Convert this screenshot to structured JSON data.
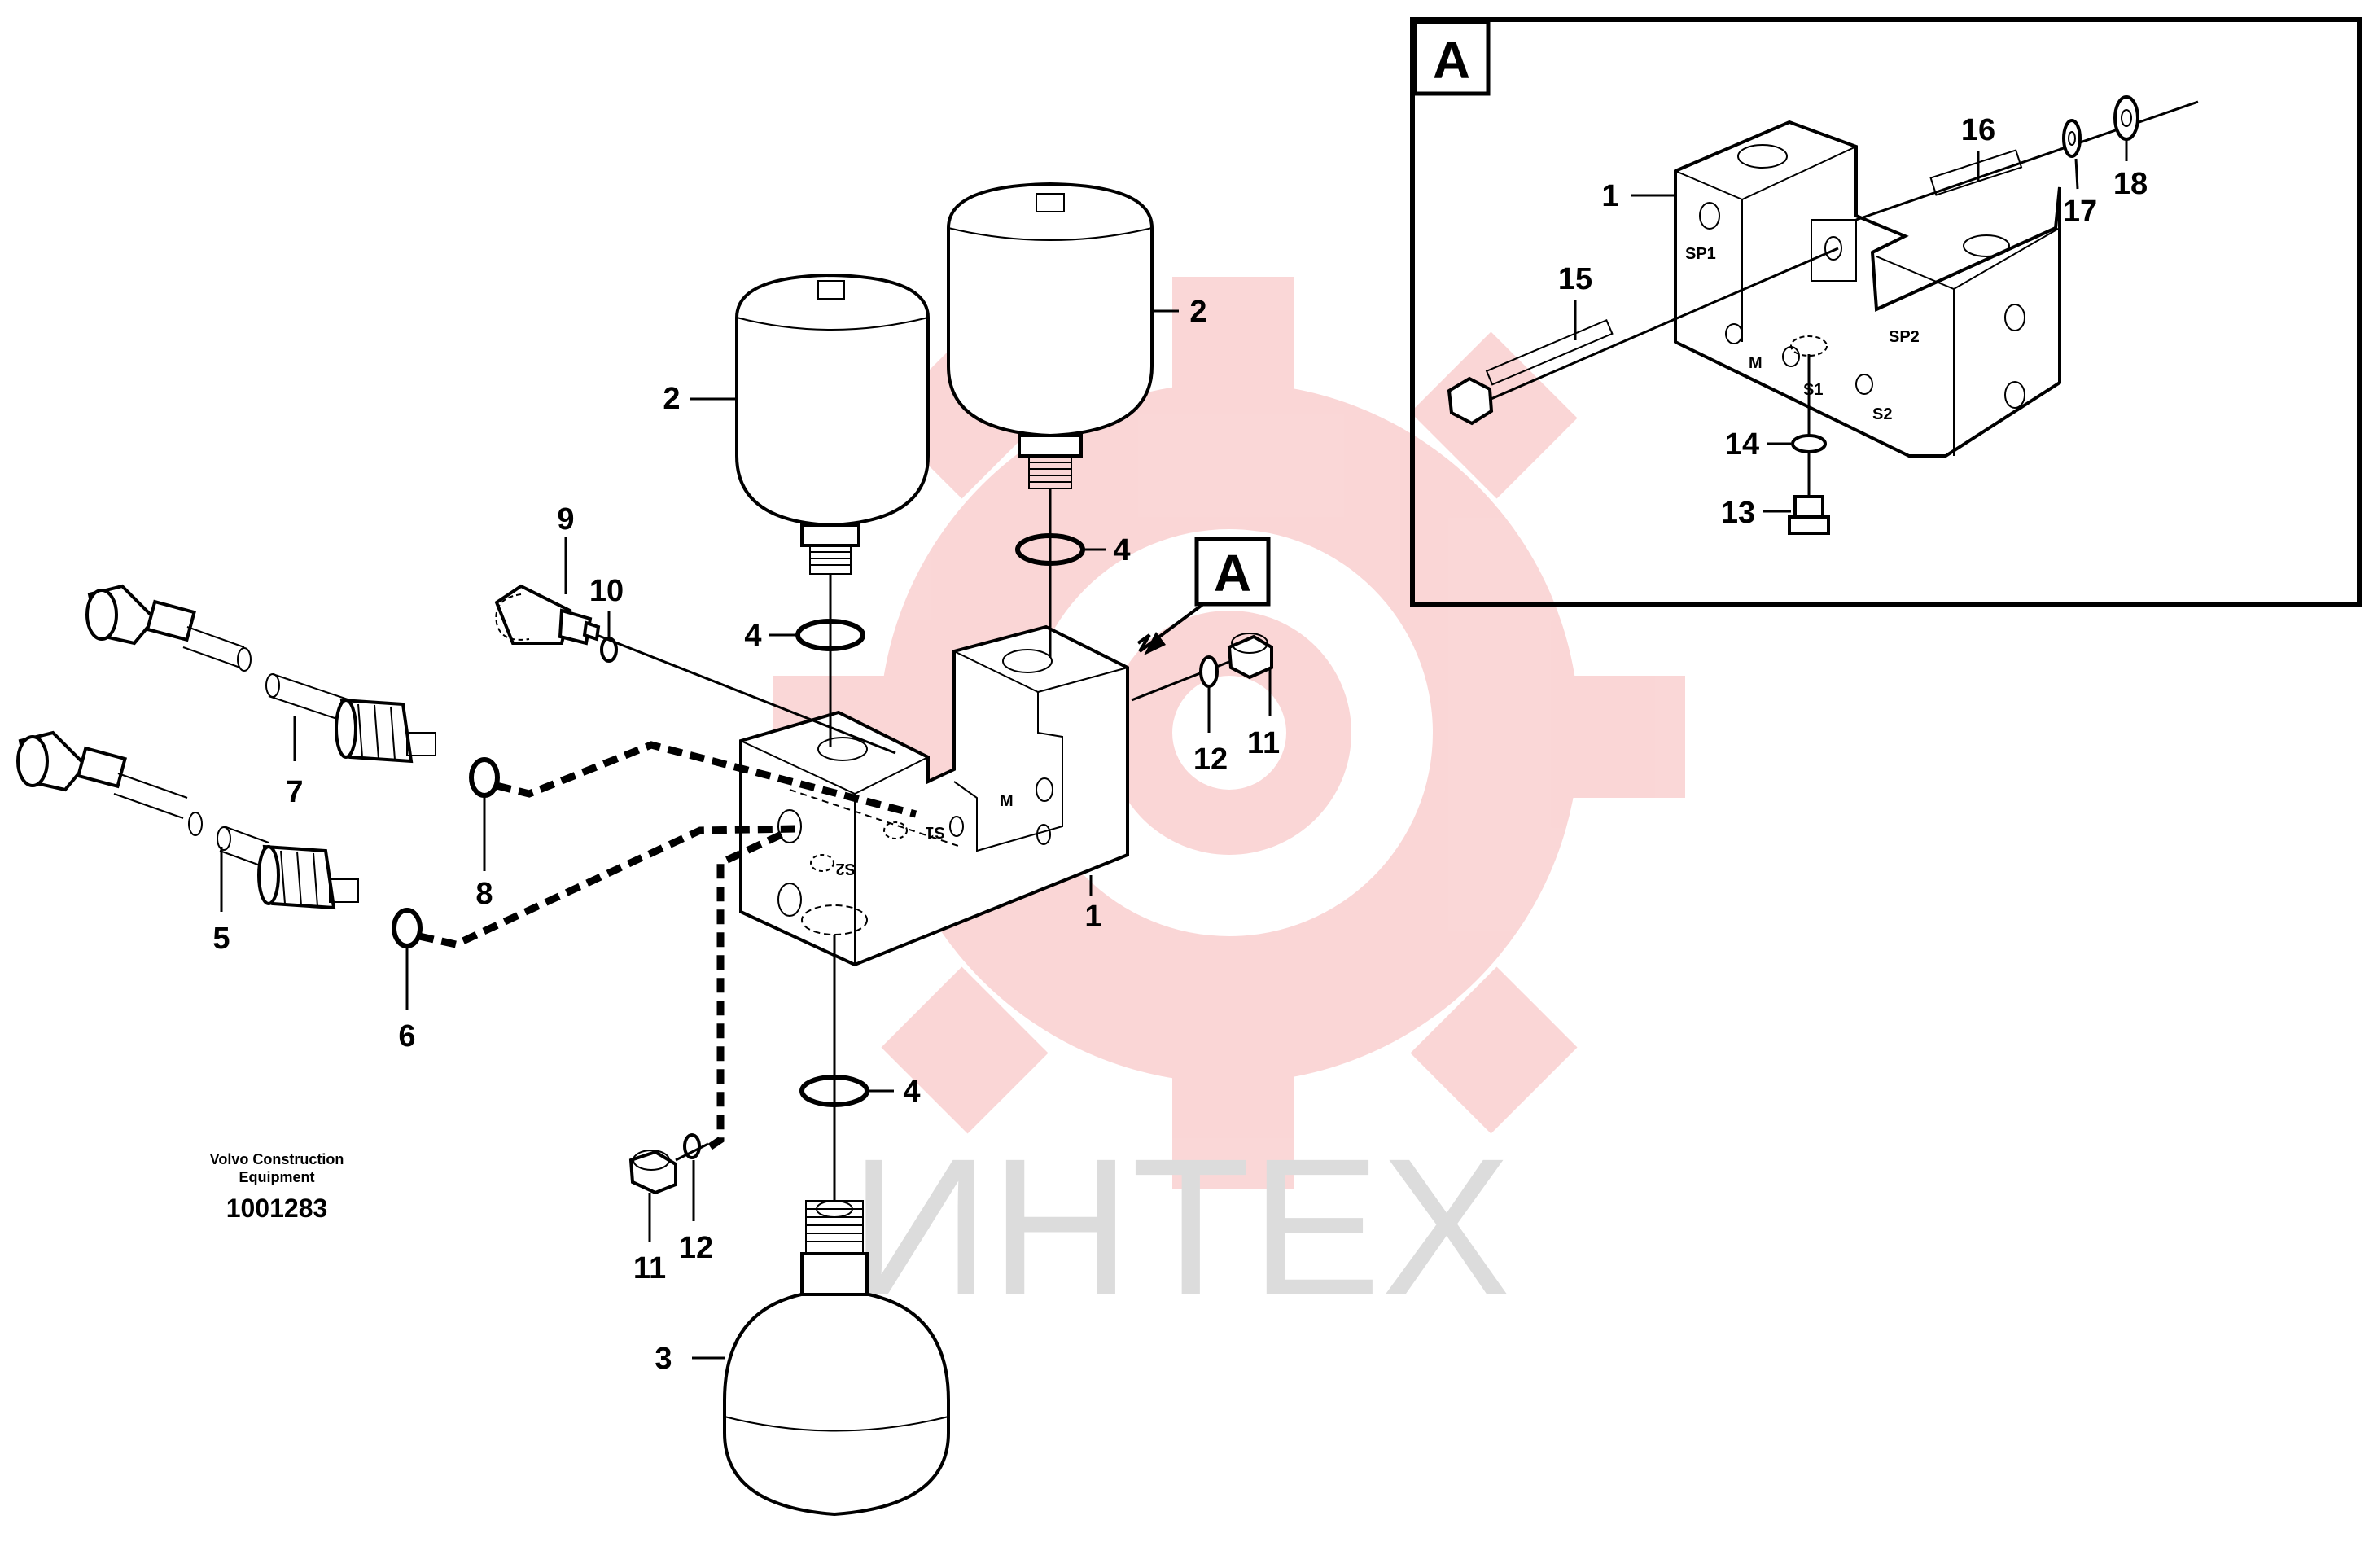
{
  "watermark": {
    "text": "ИНТЕХ",
    "color": "#f6b6b6"
  },
  "caption": {
    "line1": "Volvo Construction",
    "line2": "Equipment",
    "code": "1001283"
  },
  "detail": {
    "label": "A"
  },
  "main_view_label": "A",
  "callouts": {
    "c1_main": "1",
    "c2_left": "2",
    "c2_right": "2",
    "c3": "3",
    "c4_left": "4",
    "c4_right": "4",
    "c4_bottom": "4",
    "c5": "5",
    "c6": "6",
    "c7": "7",
    "c8": "8",
    "c9": "9",
    "c10": "10",
    "c11_right": "11",
    "c12_right": "12",
    "c11_bottom": "11",
    "c12_bottom": "12"
  },
  "detail_callouts": {
    "c1": "1",
    "c13": "13",
    "c14": "14",
    "c15": "15",
    "c16": "16",
    "c17": "17",
    "c18": "18"
  },
  "port_labels": {
    "sp1": "SP1",
    "sp2": "SP2",
    "m": "M",
    "s1": "S1",
    "s2": "S2",
    "main_m": "M",
    "main_s1": "S1",
    "main_s2": "S2"
  },
  "colors": {
    "line": "#000000",
    "watermark": "#f6b6b6",
    "background": "#ffffff"
  }
}
